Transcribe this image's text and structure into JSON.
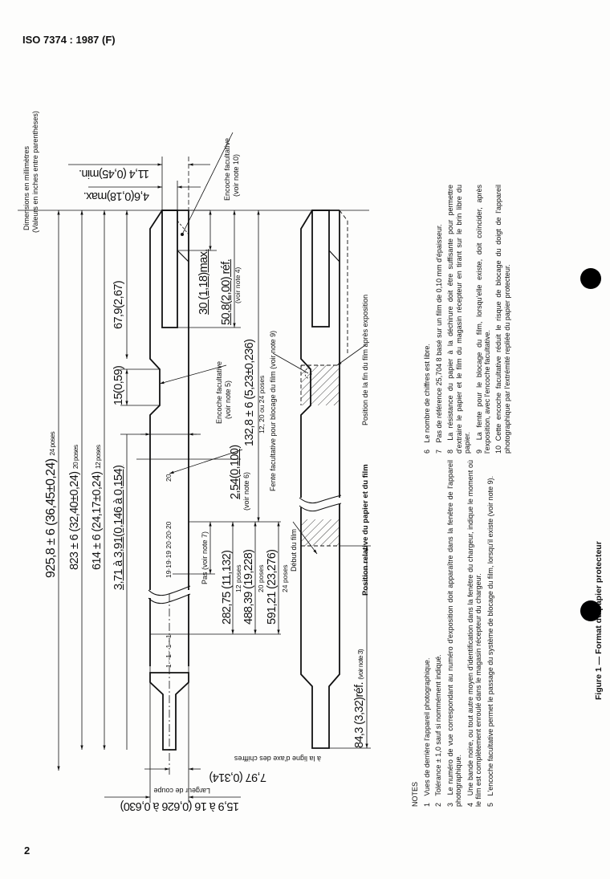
{
  "header": {
    "title": "ISO 7374 : 1987 (F)"
  },
  "footer": {
    "page_number": "2"
  },
  "units_note": {
    "line1": "Dimensions en millimètres",
    "line2": "(Valeurs en inches entre parenthèses)"
  },
  "dimensions": {
    "d925": "925,8 ± 6 (36,45±0,24)",
    "d925_poses": "24 poses",
    "d823": "823 ± 6 (32,40±0,24)",
    "d823_poses": "20 poses",
    "d614": "614 ± 6 (24,17±0,24)",
    "d614_poses": "12 poses",
    "d371": "3,71 à 3,91(0,146 à 0,154)",
    "d679": "67,9(2,67)",
    "d15": "15(0,59)",
    "d254": "2,54(0,100)",
    "d1328": "132,8 ± 6 (5,23±0,236)",
    "d1328_poses": "12, 20 ou 24 poses",
    "d30": "30 (1,18)max.",
    "d508": "50,8(2,00) réf.",
    "d114": "11,4 (0,45)min.",
    "d46": "4,6(0,18)max.",
    "d28275": "282,75 (11,132)",
    "d28275_poses": "12 poses",
    "d48839": "488,39 (19,228)",
    "d48839_poses": "20 poses",
    "d59121": "591,21 (23,276)",
    "d59121_poses": "24 poses",
    "d843": "84,3 (3,32)réf.",
    "d843_note": "(voir note 3)",
    "d797": "7,97 (0,314)",
    "d159": "15,9 à 16 (0,626 à 0,630)",
    "numbers_19_20": "19·19·19  20·20·20",
    "numbers_20": "20",
    "numbers_1": "1 · 1 · 1 · 1"
  },
  "labels": {
    "encoche10": "Encoche facultative",
    "encoche10_note": "(voir note 10)",
    "encoche5": "Encoche facultative",
    "encoche5_note": "(voir note 5)",
    "voir_note4": "(voir note 4)",
    "voir_note6": "(voir note 6)",
    "pas": "Pas (voir note 7)",
    "debut_film": "Début du film",
    "fente": "Fente facultative pour blocage du film (voir note 9)",
    "fin_film": "Position de la fin du film après exposition",
    "largeur": "Largeur de coupe",
    "ligne_axe": "à la ligne d'axe des chiffres",
    "position_heading": "Position relative du papier et du film"
  },
  "notes": {
    "heading": "NOTES",
    "items": [
      {
        "n": "1",
        "text": "Vues de derrière l'appareil photographique."
      },
      {
        "n": "2",
        "text": "Tolérance ± 1,0 sauf si nommément indiqué."
      },
      {
        "n": "3",
        "text": "Le numéro de vue correspondant au numéro d'exposition doit apparaître dans la fenêtre de l'appareil photographique."
      },
      {
        "n": "4",
        "text": "Une bande noire, ou tout autre moyen d'identification dans la fenêtre du chargeur, indique le moment où le film est complètement enroulé dans le magasin récepteur du chargeur."
      },
      {
        "n": "5",
        "text": "L'encoche facultative permet le passage du système de blocage du film, lorsqu'il existe (voir note 9)."
      },
      {
        "n": "6",
        "text": "Le nombre de chiffres est libre."
      },
      {
        "n": "7",
        "text": "Pas de référence 25,704 8 basé sur un film de 0,10 mm d'épaisseur."
      },
      {
        "n": "8",
        "text": "La résistance du papier à la déchirure doit être suffisante pour permettre d'extraire le papier et le film du magasin récepteur en tirant sur le brin libre du papier."
      },
      {
        "n": "9",
        "text": "La fente pour le blocage du film, lorsqu'elle existe, doit coïncider, après l'exposition, avec l'encoche facultative."
      },
      {
        "n": "10",
        "text": "Cette encoche facultative réduit le risque de blocage du doigt de l'appareil photographique par l'extrémité repliée du papier protecteur."
      }
    ]
  },
  "figure_caption": "Figure 1 — Format du papier protecteur"
}
